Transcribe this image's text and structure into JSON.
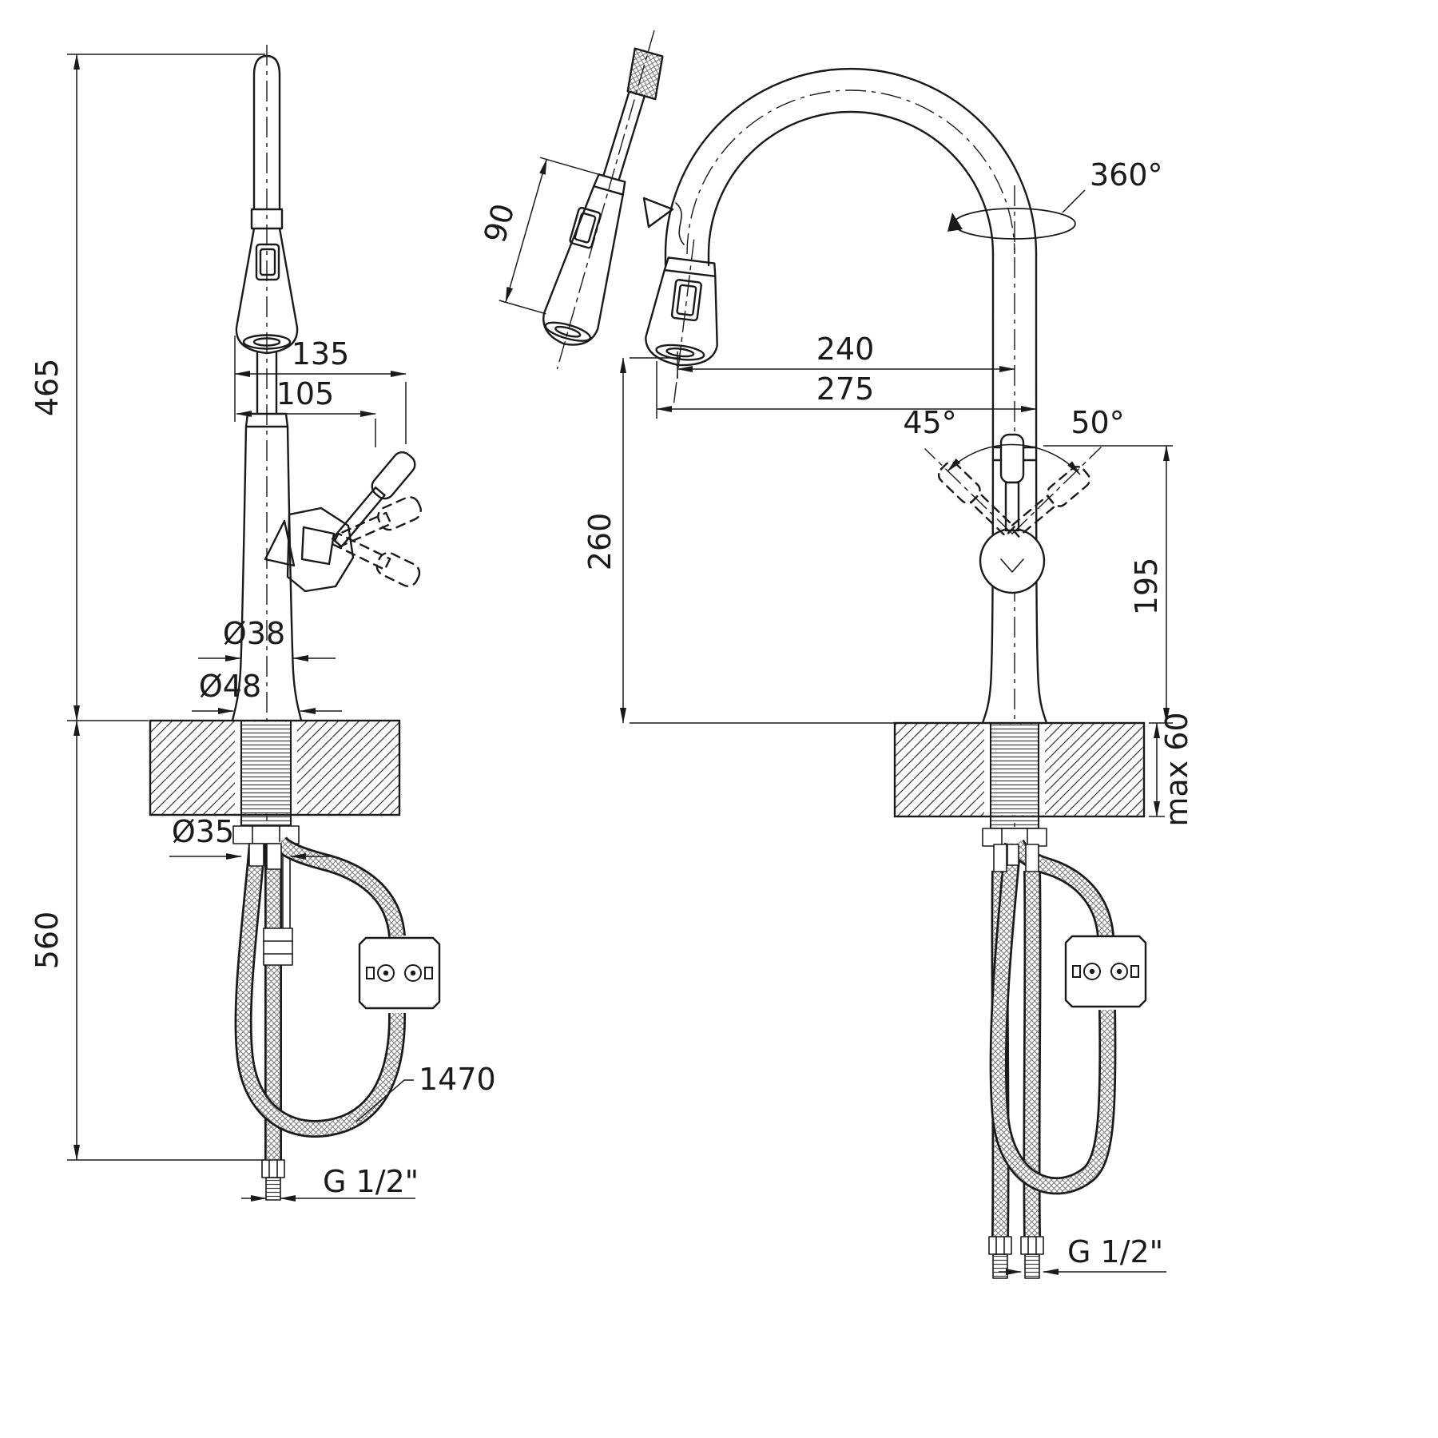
{
  "colors": {
    "line": "#1a1a1a",
    "background": "#ffffff"
  },
  "left_view": {
    "total_height": "465",
    "under_counter": "560",
    "offset_135": "135",
    "offset_105": "105",
    "dia_body": "Ø38",
    "dia_base": "Ø48",
    "dia_mount": "Ø35",
    "hose_length": "1470",
    "thread": "G 1/2\""
  },
  "right_view": {
    "spout_reach": "240",
    "overall_reach": "275",
    "spout_height": "260",
    "handle_height": "195",
    "angle_left": "45°",
    "angle_right": "50°",
    "swivel": "360°",
    "head_length": "90",
    "deck_thickness": "max 60",
    "thread": "G 1/2\""
  }
}
